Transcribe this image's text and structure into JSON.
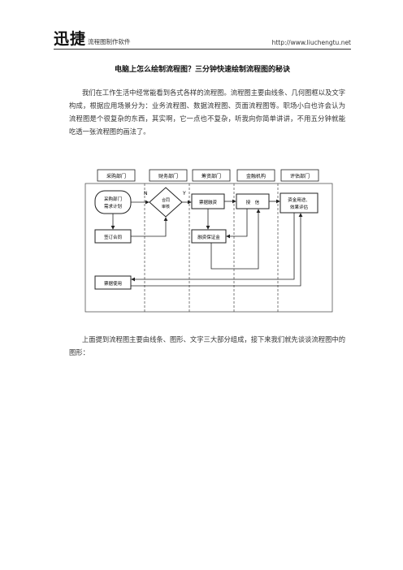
{
  "header": {
    "brand_main": "迅捷",
    "brand_sub": "流程图制作软件",
    "url": "http://www.liuchengtu.net"
  },
  "article": {
    "title": "电脑上怎么绘制流程图？三分钟快速绘制流程图的秘诀",
    "paragraph1": "我们在工作生活中经常能看到各式各样的流程图。流程图主要由线条、几何图框以及文字构成，根据应用场景分为：业务流程图、数据流程图、页面流程图等。职场小白也许会认为流程图是个很复杂的东西，其实啊，它一点也不复杂，听我向你简单讲讲，不用五分钟就能吃透一张流程图的画法了。",
    "paragraph2": "上面提到流程图主要由线条、图形、文字三大部分组成，接下来我们就先谈谈流程图中的图形："
  },
  "diagram": {
    "lanes": [
      "采购部门",
      "财务部门",
      "筹资部门",
      "金融机构",
      "评估部门"
    ],
    "nodes": {
      "purchase_plan": [
        "采购部门",
        "需求计划"
      ],
      "contract_review": [
        "合同",
        "审核"
      ],
      "bill_finance": "票据融资",
      "credit": "授　信",
      "evaluation": [
        "资金用途、",
        "效果评估"
      ],
      "sign_contract": "签订合同",
      "deposit": "融资保证金",
      "bill_use": "票据使用"
    },
    "labels": {
      "no": "N",
      "yes": "Y"
    }
  }
}
